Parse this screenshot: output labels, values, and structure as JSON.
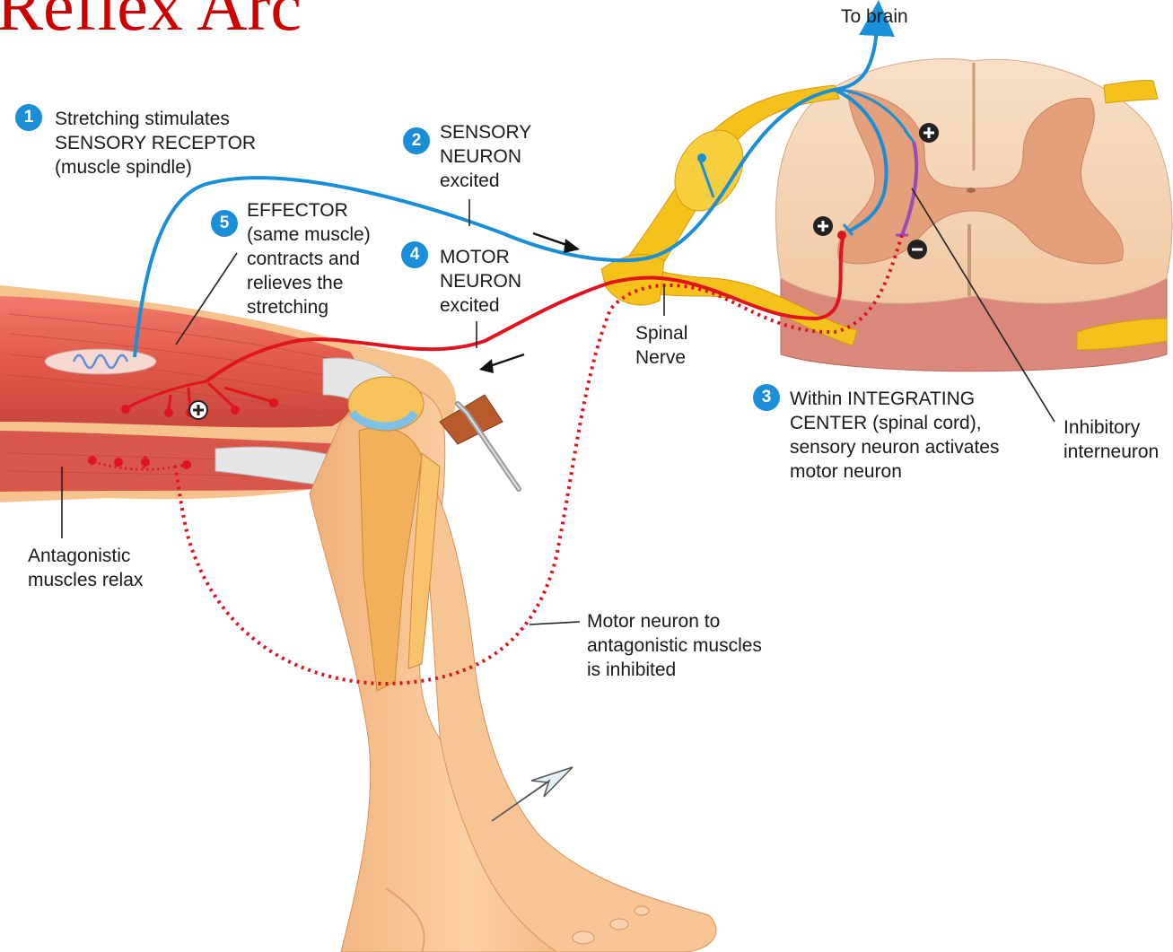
{
  "title": "Reflex Arc",
  "labels": {
    "to_brain": "To brain",
    "step1": {
      "number": "1",
      "lines": [
        "Stretching stimulates",
        "SENSORY RECEPTOR",
        "(muscle spindle)"
      ]
    },
    "step2": {
      "number": "2",
      "lines": [
        "SENSORY",
        "NEURON",
        "excited"
      ]
    },
    "step3": {
      "number": "3",
      "lines": [
        "Within INTEGRATING",
        "CENTER (spinal cord),",
        "sensory neuron activates",
        "motor neuron"
      ]
    },
    "step4": {
      "number": "4",
      "lines": [
        "MOTOR",
        "NEURON",
        "excited"
      ]
    },
    "step5": {
      "number": "5",
      "lines": [
        "EFFECTOR",
        "(same muscle)",
        "contracts and",
        "relieves the",
        "stretching"
      ]
    },
    "spinal_nerve": [
      "Spinal",
      "Nerve"
    ],
    "inhibitory_interneuron": [
      "Inhibitory",
      "interneuron"
    ],
    "antagonistic": [
      "Antagonistic",
      "muscles relax"
    ],
    "motor_inhibited": [
      "Motor neuron to",
      "antagonistic muscles",
      "is inhibited"
    ]
  },
  "colors": {
    "title": "#cc0000",
    "badge": "#1a8ed6",
    "sensory_neuron": "#1a8ed6",
    "motor_neuron": "#e0141e",
    "interneuron": "#9b4bb8",
    "nerve": "#f5c21b",
    "grey_matter": "#e3a07a",
    "white_matter": "#f7dcc0",
    "skin": "#f6c28e",
    "muscle": "#e25a4a"
  }
}
